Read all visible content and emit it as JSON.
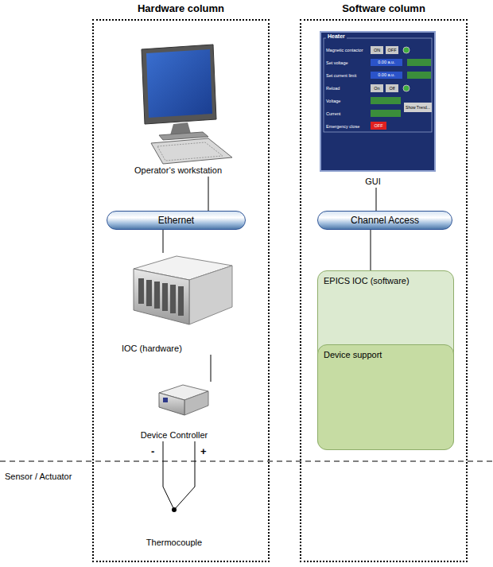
{
  "diagram": {
    "nodes": [
      {
        "text": [
          "Hardware column"
        ]
      },
      {
        "text": [
          "Operator‘s workstation"
        ],
        "in": 0
      },
      {
        "text": [
          "Ethernet"
        ],
        "in": 0
      },
      {
        "text": [
          "IOC (hardware)"
        ],
        "in": 0
      },
      {
        "text": [
          "Device Controller"
        ],
        "in": 0
      },
      {
        "text": [
          "Thermocouple"
        ],
        "in": 0
      },
      {
        "text": [
          "Software column"
        ]
      },
      {
        "text": [
          "GUI"
        ],
        "in": 6
      },
      {
        "text": [
          "Channel Access"
        ],
        "in": 6
      },
      {
        "text": [
          "EPICS IOC (software)"
        ],
        "in": 6
      },
      {
        "text": [
          "Device support"
        ],
        "in": 9
      }
    ],
    "edges": [
      {
        "from": 1,
        "to": 2,
        "arrow": "none"
      },
      {
        "from": 2,
        "to": 3,
        "arrow": "none"
      },
      {
        "from": 3,
        "to": 4,
        "arrow": "none"
      },
      {
        "from": 4,
        "to": 5,
        "label": "-",
        "arrow": "none"
      },
      {
        "from": 4,
        "to": 5,
        "label": "+",
        "arrow": "none"
      },
      {
        "from": 7,
        "to": 8,
        "arrow": "none"
      },
      {
        "from": 8,
        "to": 9,
        "arrow": "none"
      }
    ],
    "labels": [
      "Sensor / Actuator",
      "Heater",
      "Magnetic contactor",
      "ON",
      "OFF",
      "Set voltage",
      "0.00 a.u.",
      "Set current limit",
      "0.00 a.u.",
      "Reload",
      "On",
      "Off",
      "Voltage",
      "Current",
      "Show Trend...",
      "Emergency close",
      "OFF"
    ]
  }
}
